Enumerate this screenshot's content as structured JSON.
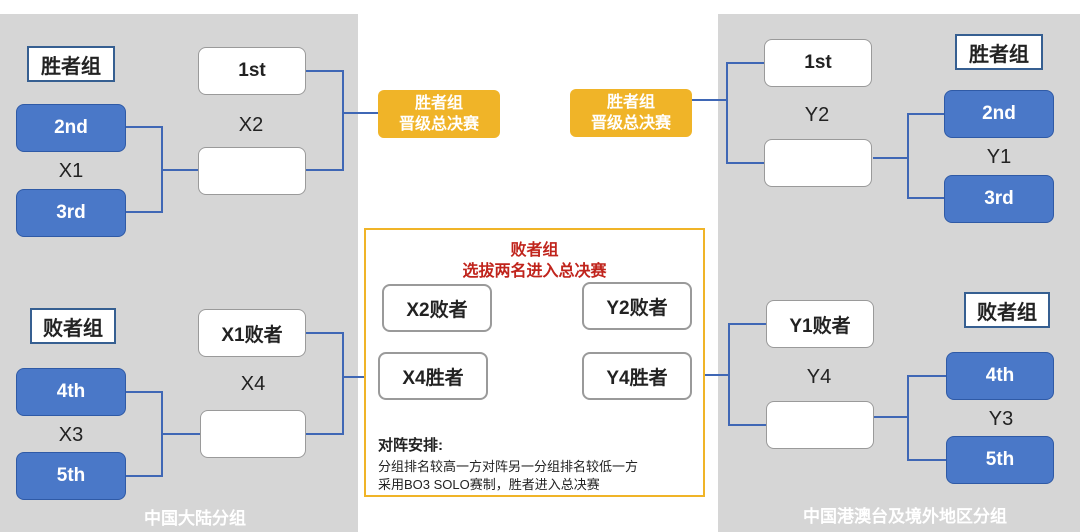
{
  "left_panel": {
    "footer": "中国大陆分组",
    "winners": {
      "group_label": "胜者组",
      "seed_a": "2nd",
      "seed_b": "3rd",
      "match_first": "X1",
      "top_slot": "1st",
      "final_match": "X2"
    },
    "losers": {
      "group_label": "败者组",
      "seed_a": "4th",
      "seed_b": "5th",
      "match_first": "X3",
      "top_slot": "X1败者",
      "final_match": "X4"
    }
  },
  "right_panel": {
    "footer": "中国港澳台及境外地区分组",
    "winners": {
      "group_label": "胜者组",
      "seed_a": "2nd",
      "seed_b": "3rd",
      "match_first": "Y1",
      "top_slot": "1st",
      "final_match": "Y2"
    },
    "losers": {
      "group_label": "败者组",
      "seed_a": "4th",
      "seed_b": "5th",
      "match_first": "Y3",
      "top_slot": "Y1败者",
      "final_match": "Y4"
    }
  },
  "advance_box": {
    "line1": "胜者组",
    "line2": "晋级总决赛"
  },
  "center": {
    "title1": "败者组",
    "title2": "选拔两名进入总决赛",
    "x2_loser": "X2败者",
    "y2_loser": "Y2败者",
    "x4_winner": "X4胜者",
    "y4_winner": "Y4胜者",
    "note_title": "对阵安排:",
    "note_line1": "分组排名较高一方对阵另一分组排名较低一方",
    "note_line2": "采用BO3 SOLO赛制，胜者进入总决赛"
  },
  "colors": {
    "blue": "#4a78c8",
    "gold": "#f0b428",
    "panel": "#d6d6d6",
    "red": "#c0241c",
    "line": "#3f67b5"
  }
}
